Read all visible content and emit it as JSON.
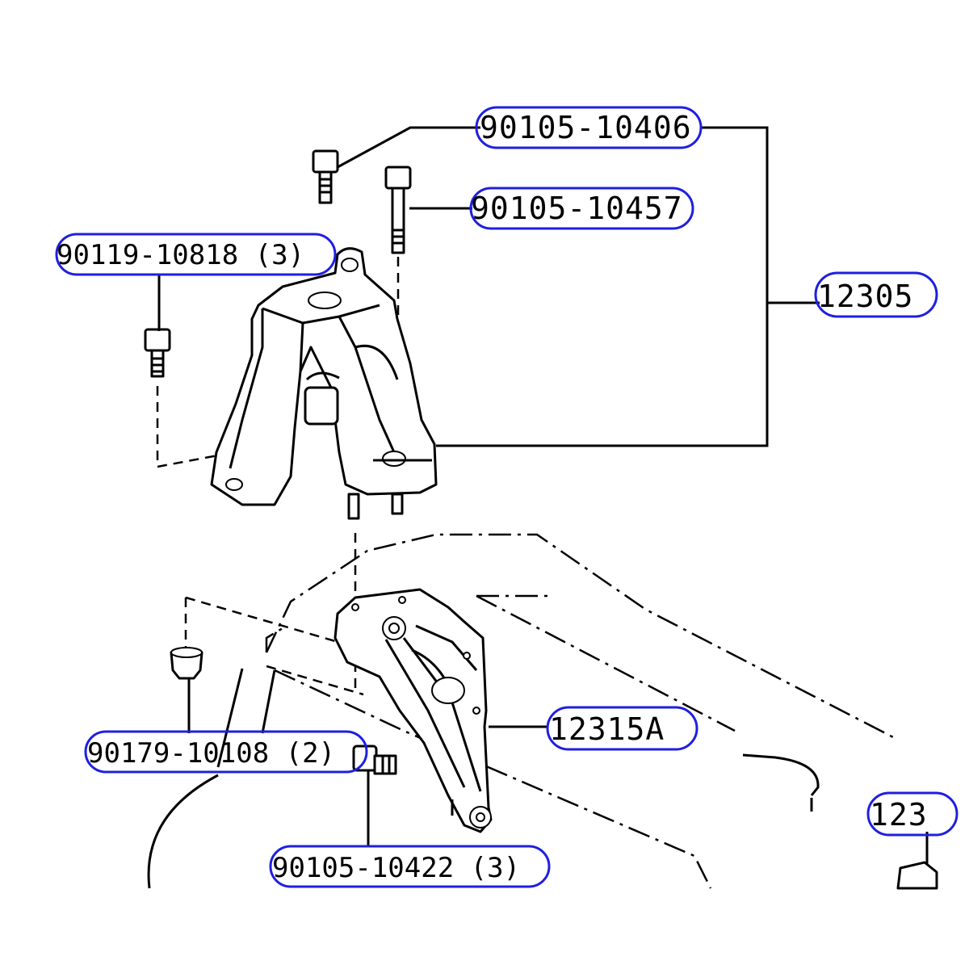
{
  "colors": {
    "callout_outline": "#1f1fe0",
    "ink": "#000000"
  },
  "callouts": {
    "p90105_10406": "90105-10406",
    "p90105_10457": "90105-10457",
    "p90119_10818": "90119-10818 (3)",
    "p12305": "12305",
    "p12315A": "12315A",
    "p90179_10108": "90179-10108 (2)",
    "p90105_10422": "90105-10422 (3)",
    "p123_partial": "123"
  }
}
